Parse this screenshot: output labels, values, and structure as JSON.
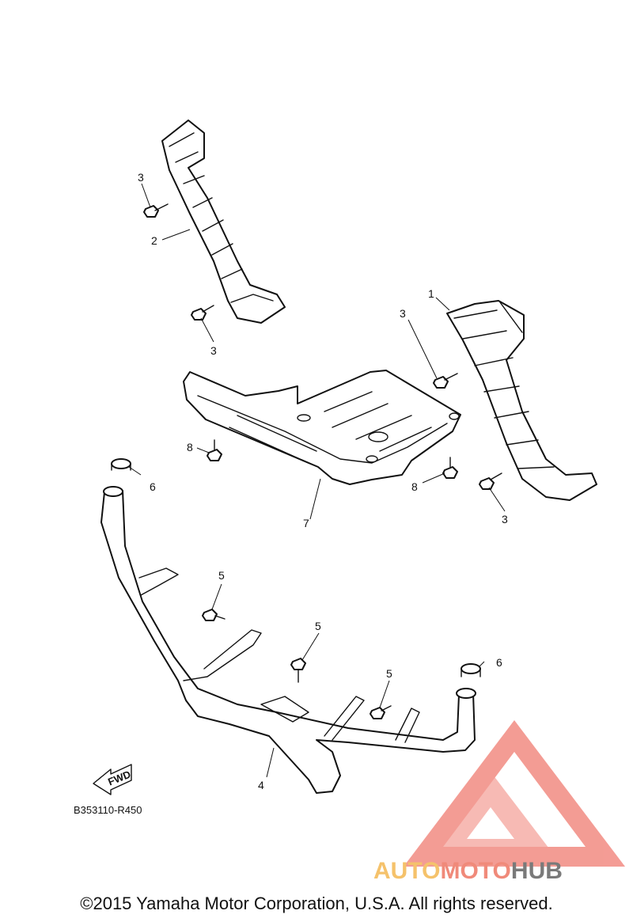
{
  "callouts": {
    "c1": "1",
    "c2": "2",
    "c3a": "3",
    "c3b": "3",
    "c3c": "3",
    "c3d": "3",
    "c4": "4",
    "c5a": "5",
    "c5b": "5",
    "c5c": "5",
    "c6a": "6",
    "c6b": "6",
    "c7": "7",
    "c8a": "8",
    "c8b": "8"
  },
  "fwd_label": "FWD",
  "diagram_code": "B353110-R450",
  "copyright": "©2015 Yamaha Motor Corporation, U.S.A. All rights reserved.",
  "watermark": {
    "part1": "AUTO",
    "part2": "MOTO",
    "part3": "HUB",
    "colors": {
      "auto": "#f5c26b",
      "moto": "#f08a7a",
      "hub": "#7a7a7a",
      "triangle": "#f28b82"
    }
  }
}
